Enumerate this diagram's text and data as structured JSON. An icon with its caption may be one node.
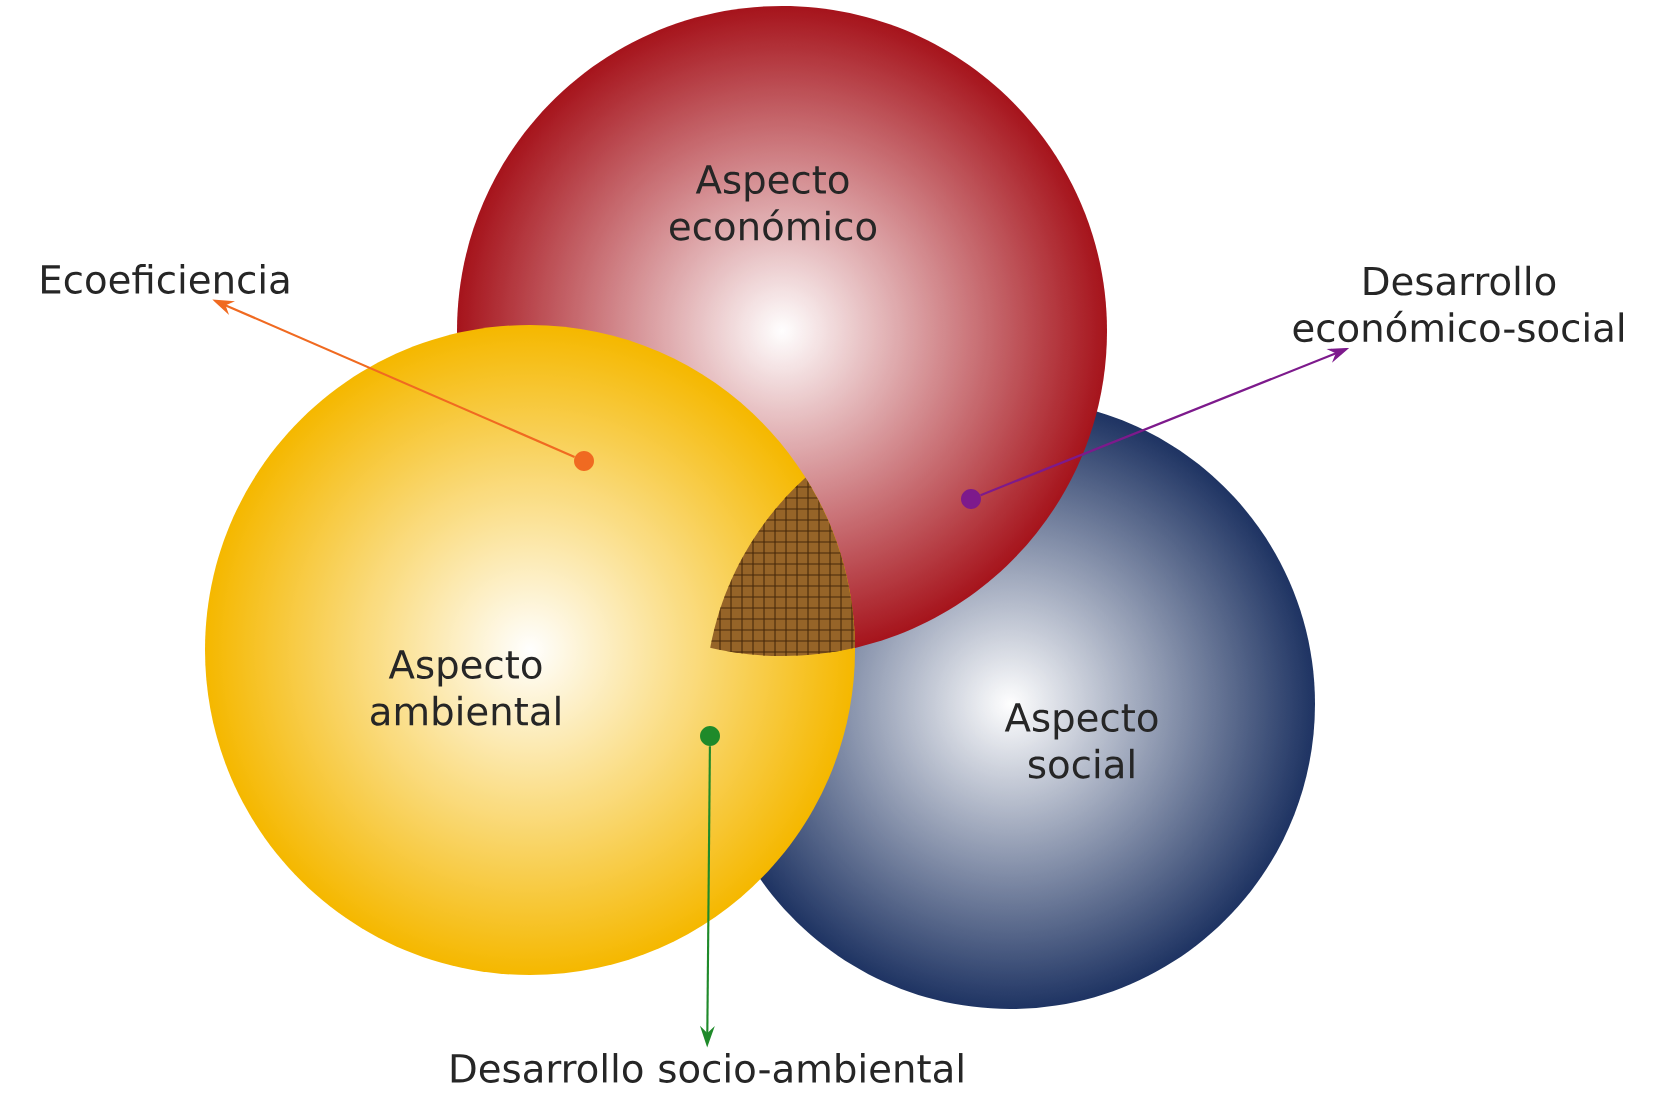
{
  "diagram": {
    "nodes": [
      {
        "text": [
          "Aspecto económico"
        ]
      },
      {
        "text": [
          "Ecoeficiencia"
        ]
      },
      {
        "text": [
          "Desarrollo económico-social"
        ]
      },
      {
        "text": [],
        "shape": "circle"
      },
      {
        "text": [],
        "shape": "circle"
      },
      {
        "text": [
          "Aspecto ambiental"
        ]
      },
      {
        "text": [],
        "shape": "circle"
      },
      {
        "text": [
          "Aspecto social"
        ]
      },
      {
        "text": [
          "Desarrollo socio-ambiental"
        ]
      }
    ],
    "edges": [
      {
        "from": 3,
        "to": 1,
        "arrow": "to",
        "color": "#f06a21"
      },
      {
        "from": 4,
        "to": 2,
        "arrow": "to",
        "color": "#7d1a8c"
      },
      {
        "from": 6,
        "to": 8,
        "arrow": "to",
        "color": "#1f8a2a"
      }
    ]
  }
}
